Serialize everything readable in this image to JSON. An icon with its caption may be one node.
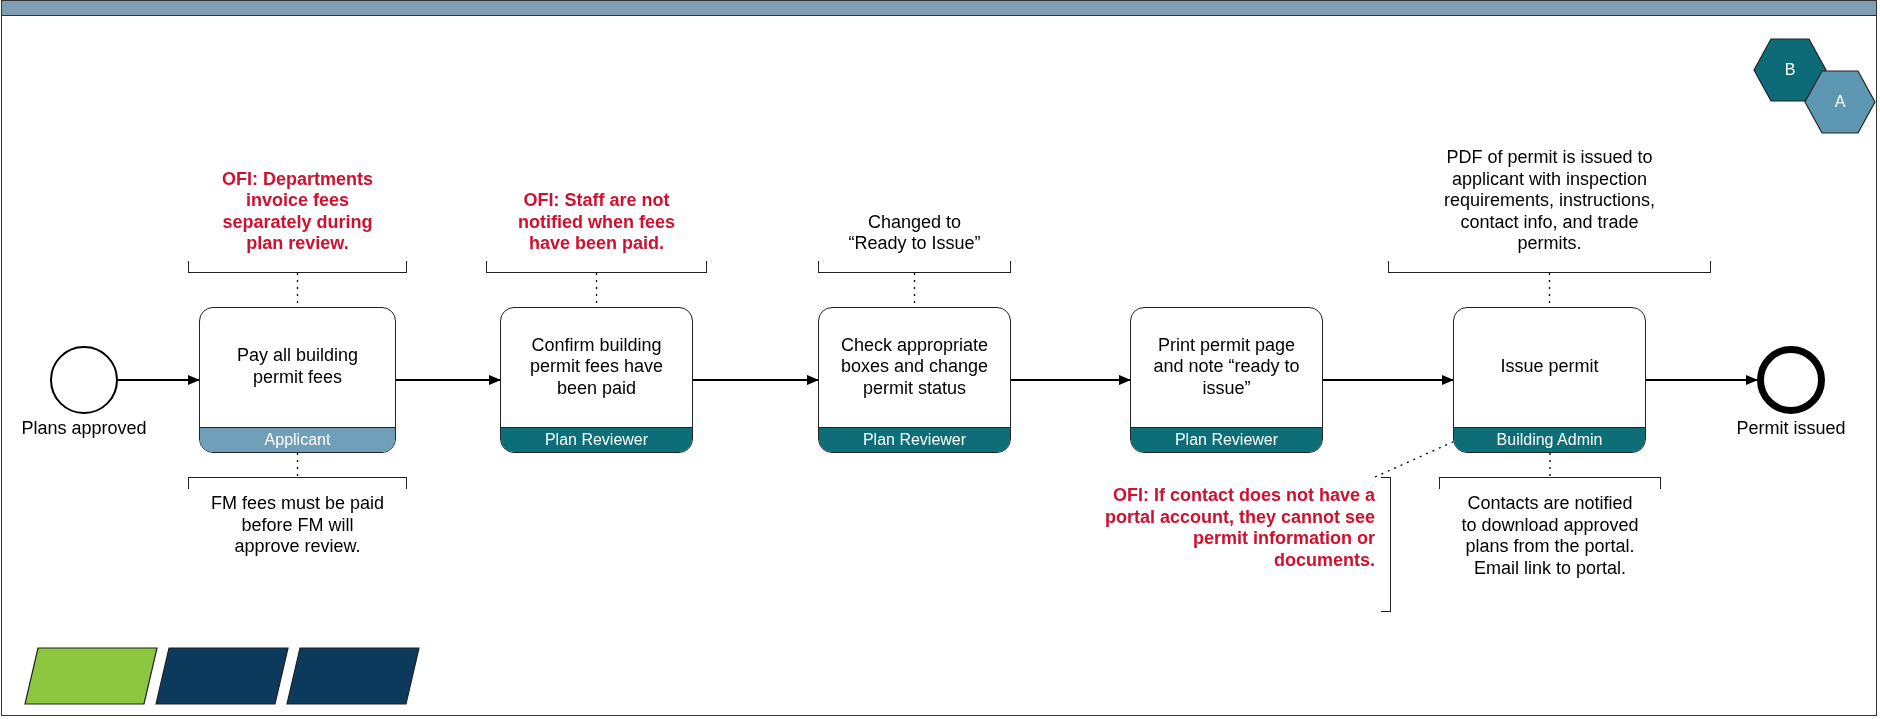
{
  "diagram": {
    "nodes": [
      {
        "text": [],
        "shape": "circle",
        "beside": [
          "Plans approved"
        ]
      },
      {
        "text": [
          "Pay all building permit fees",
          "Applicant"
        ]
      },
      {
        "text": [
          "Confirm building permit fees have been paid",
          "Plan Reviewer"
        ]
      },
      {
        "text": [
          "Check appropriate boxes and change permit status",
          "Plan Reviewer"
        ]
      },
      {
        "text": [
          "Print permit page and note “ready to issue”",
          "Plan Reviewer"
        ]
      },
      {
        "text": [
          "Issue permit",
          "Building Admin"
        ]
      },
      {
        "text": [],
        "shape": "circle",
        "beside": [
          "Permit issued"
        ]
      },
      {
        "text": [
          "OFI: Departments invoice fees separately during plan review."
        ]
      },
      {
        "text": [
          "FM fees must be paid before FM will approve review."
        ]
      },
      {
        "text": [
          "OFI: Staff are not notified when fees have been paid."
        ]
      },
      {
        "text": [
          "Changed to “Ready to Issue”"
        ]
      },
      {
        "text": [
          "PDF of permit is issued to applicant with inspection requirements, instructions, contact info, and trade permits."
        ]
      },
      {
        "text": [
          "OFI: If contact does not have a portal account, they cannot see permit information or documents."
        ]
      },
      {
        "text": [
          "Contacts are notified to download approved plans from the portal. Email link to portal."
        ]
      },
      {
        "text": [
          "B"
        ]
      },
      {
        "text": [
          "A"
        ]
      },
      {
        "text": [],
        "shape": "parallelogram"
      },
      {
        "text": [],
        "shape": "parallelogram"
      },
      {
        "text": [],
        "shape": "parallelogram"
      }
    ],
    "edges": [
      {
        "from": 0,
        "to": 1,
        "arrow": "to"
      },
      {
        "from": 1,
        "to": 2,
        "arrow": "to"
      },
      {
        "from": 2,
        "to": 3,
        "arrow": "to"
      },
      {
        "from": 3,
        "to": 4,
        "arrow": "to"
      },
      {
        "from": 4,
        "to": 5,
        "arrow": "to"
      },
      {
        "from": 5,
        "to": 6,
        "arrow": "to"
      },
      {
        "from": 7,
        "to": 1,
        "arrow": "none",
        "style": "dashed"
      },
      {
        "from": 1,
        "to": 8,
        "arrow": "none",
        "style": "dashed"
      },
      {
        "from": 9,
        "to": 2,
        "arrow": "none",
        "style": "dashed"
      },
      {
        "from": 10,
        "to": 3,
        "arrow": "none",
        "style": "dashed"
      },
      {
        "from": 11,
        "to": 5,
        "arrow": "none",
        "style": "dashed"
      },
      {
        "from": 12,
        "to": 5,
        "arrow": "none",
        "style": "dashed"
      },
      {
        "from": 5,
        "to": 13,
        "arrow": "none",
        "style": "dashed"
      }
    ]
  }
}
